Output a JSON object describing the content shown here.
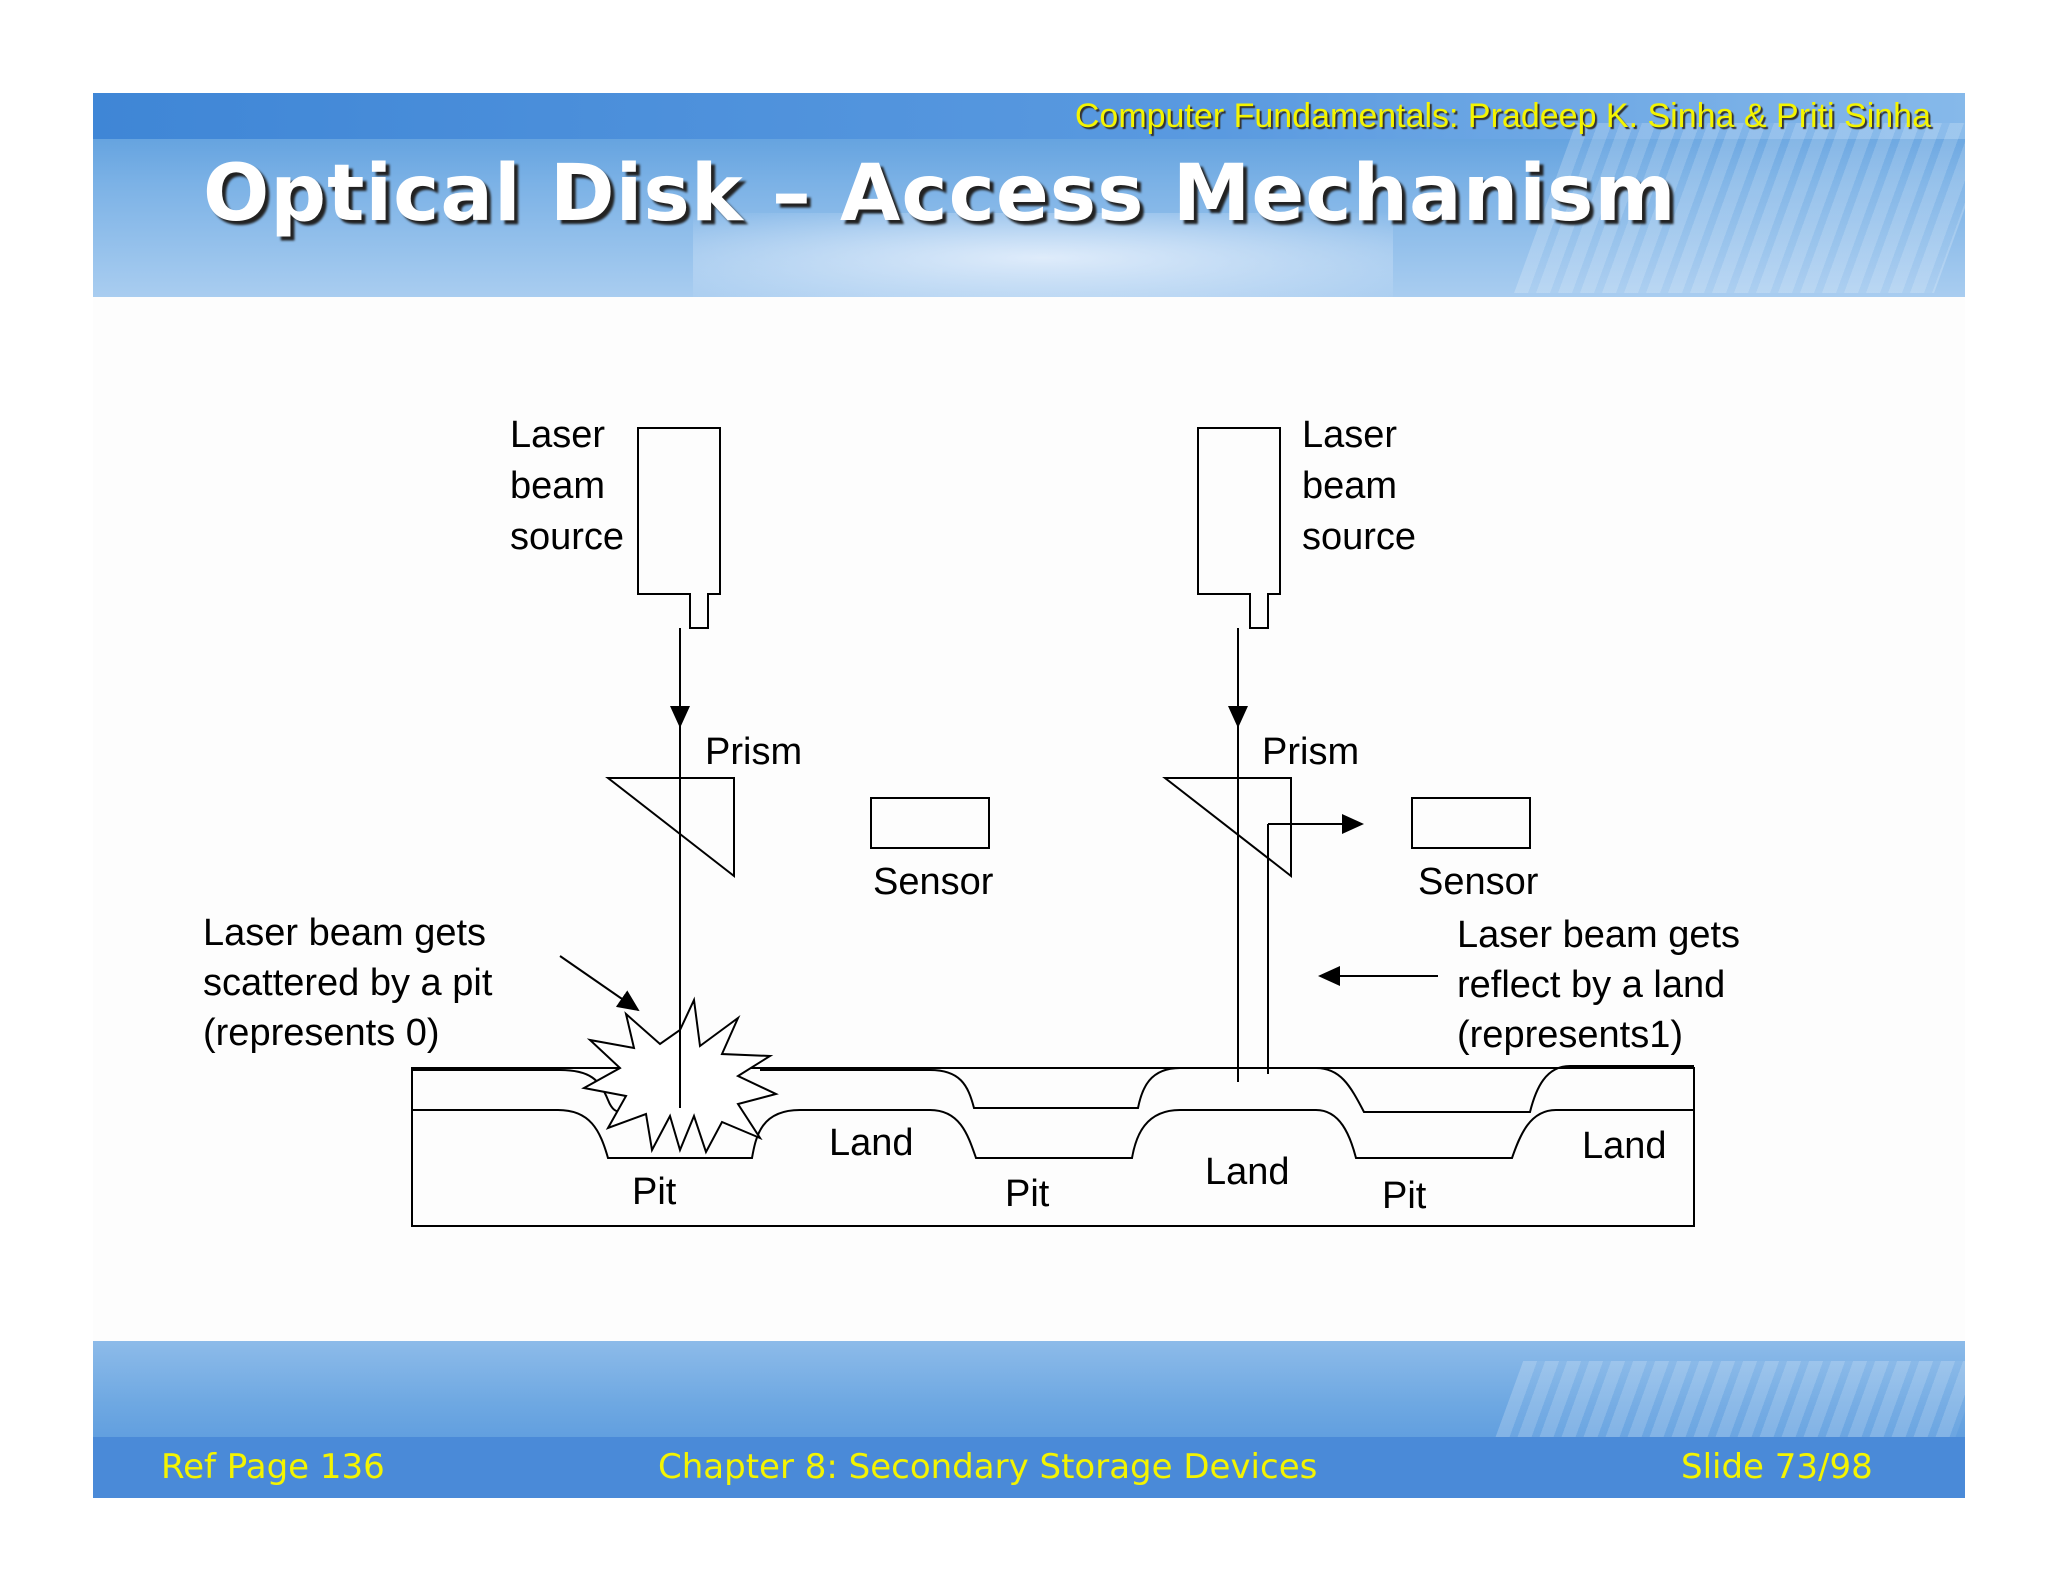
{
  "header": {
    "subtitle": "Computer Fundamentals: Pradeep K. Sinha & Priti Sinha",
    "title": "Optical Disk – Access Mechanism"
  },
  "diagram": {
    "left_source": [
      "Laser",
      "beam",
      "source"
    ],
    "right_source": [
      "Laser",
      "beam",
      "source"
    ],
    "prism_left": "Prism",
    "prism_right": "Prism",
    "sensor_left": "Sensor",
    "sensor_right": "Sensor",
    "scatter_note": [
      "Laser beam gets",
      "scattered by a pit",
      "(represents 0)"
    ],
    "reflect_note": [
      "Laser beam gets",
      "reflect by a land",
      "(represents1)"
    ],
    "surface_labels": {
      "pit1": "Pit",
      "land1": "Land",
      "pit2": "Pit",
      "land2": "Land",
      "pit3": "Pit",
      "land3": "Land"
    }
  },
  "footer": {
    "ref": "Ref Page  136",
    "chapter": "Chapter 8: Secondary Storage Devices",
    "slide": "Slide 73/98"
  },
  "colors": {
    "header_blue": "#4f95d9",
    "accent_yellow": "#f4f400"
  }
}
